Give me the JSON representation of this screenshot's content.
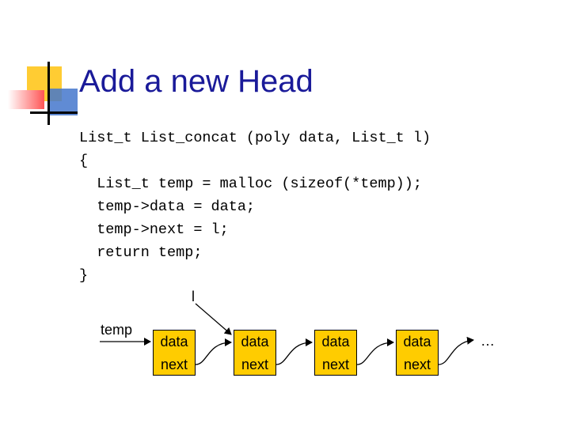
{
  "slide": {
    "title": "Add a new Head",
    "code": [
      "List_t List_concat (poly data, List_t l)",
      "{",
      "  List_t temp = malloc (sizeof(*temp));",
      "  temp->data = data;",
      "  temp->next = l;",
      "  return temp;",
      "}"
    ]
  },
  "diagram": {
    "pointer_l": "l",
    "pointer_temp": "temp",
    "ellipsis": "…",
    "nodes": [
      {
        "data": "data",
        "next": "next"
      },
      {
        "data": "data",
        "next": "next"
      },
      {
        "data": "data",
        "next": "next"
      },
      {
        "data": "data",
        "next": "next"
      }
    ],
    "colors": {
      "title": "#1a1a99",
      "node_fill": "#ffcc00",
      "deco_yellow": "#ffcc33",
      "deco_blue": "#3366cc",
      "deco_red": "#ff5555"
    }
  }
}
